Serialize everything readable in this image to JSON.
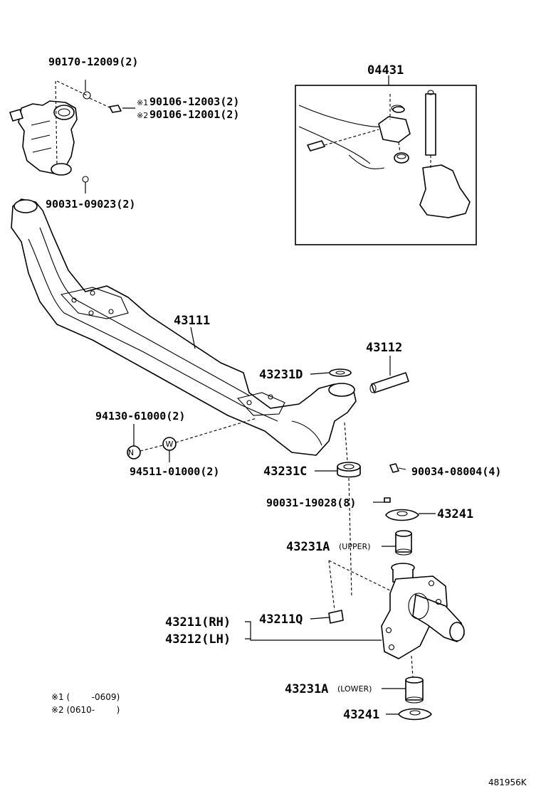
{
  "labels": {
    "p90170": "90170-12009(2)",
    "p90106a_mark": "※1",
    "p90106a": "90106-12003(2)",
    "p90106b_mark": "※2",
    "p90106b": "90106-12001(2)",
    "p90031a": "90031-09023(2)",
    "p04431": "04431",
    "p43111": "43111",
    "p43112": "43112",
    "p43231d": "43231D",
    "p94130": "94130-61000(2)",
    "p94511": "94511-01000(2)",
    "p43231c": "43231C",
    "p90034": "90034-08004(4)",
    "p90031b": "90031-19028(8)",
    "p43241a": "43241",
    "p43231a_up": "43231A",
    "tag_upper": "(UPPER)",
    "p43211": "43211(RH)",
    "p43212": "43212(LH)",
    "p43211q": "43211Q",
    "p43231a_low": "43231A",
    "tag_lower": "(LOWER)",
    "p43241b": "43241",
    "marker_n": "N",
    "marker_w": "W"
  },
  "notes": {
    "note1": "※1 (        -0609)",
    "note2": "※2 (0610-        )"
  },
  "figure_id": "481956K"
}
